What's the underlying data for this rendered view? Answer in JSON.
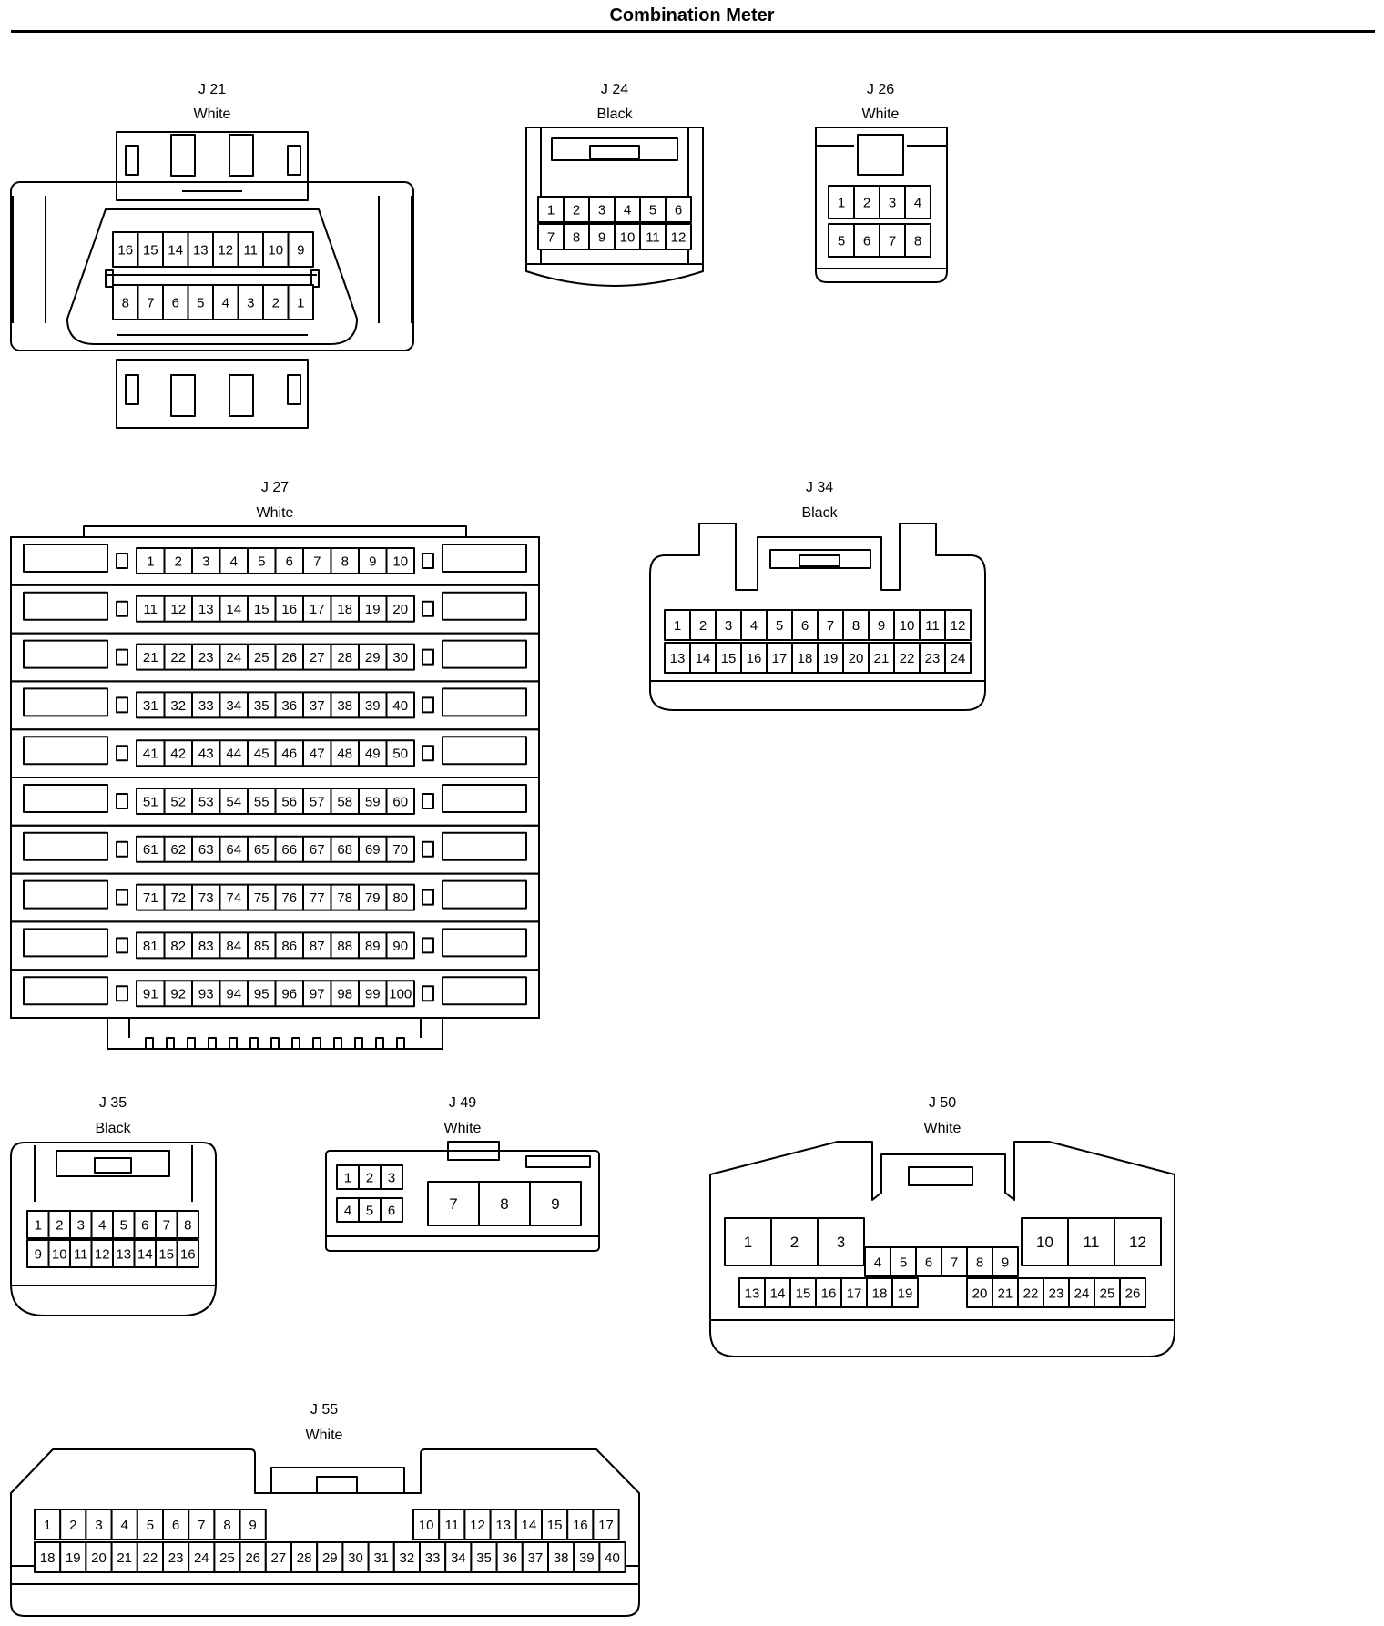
{
  "title": "Combination Meter",
  "connectors": [
    {
      "id": "J21",
      "name": "J 21",
      "color": "White",
      "rows": [
        [
          "16",
          "15",
          "14",
          "13",
          "12",
          "11",
          "10",
          "9"
        ],
        [
          "8",
          "7",
          "6",
          "5",
          "4",
          "3",
          "2",
          "1"
        ]
      ]
    },
    {
      "id": "J24",
      "name": "J 24",
      "color": "Black",
      "rows": [
        [
          "1",
          "2",
          "3",
          "4",
          "5",
          "6"
        ],
        [
          "7",
          "8",
          "9",
          "10",
          "11",
          "12"
        ]
      ]
    },
    {
      "id": "J26",
      "name": "J 26",
      "color": "White",
      "rows": [
        [
          "1",
          "2",
          "3",
          "4"
        ],
        [
          "5",
          "6",
          "7",
          "8"
        ]
      ]
    },
    {
      "id": "J27",
      "name": "J 27",
      "color": "White",
      "rows": [
        [
          "1",
          "2",
          "3",
          "4",
          "5",
          "6",
          "7",
          "8",
          "9",
          "10"
        ],
        [
          "11",
          "12",
          "13",
          "14",
          "15",
          "16",
          "17",
          "18",
          "19",
          "20"
        ],
        [
          "21",
          "22",
          "23",
          "24",
          "25",
          "26",
          "27",
          "28",
          "29",
          "30"
        ],
        [
          "31",
          "32",
          "33",
          "34",
          "35",
          "36",
          "37",
          "38",
          "39",
          "40"
        ],
        [
          "41",
          "42",
          "43",
          "44",
          "45",
          "46",
          "47",
          "48",
          "49",
          "50"
        ],
        [
          "51",
          "52",
          "53",
          "54",
          "55",
          "56",
          "57",
          "58",
          "59",
          "60"
        ],
        [
          "61",
          "62",
          "63",
          "64",
          "65",
          "66",
          "67",
          "68",
          "69",
          "70"
        ],
        [
          "71",
          "72",
          "73",
          "74",
          "75",
          "76",
          "77",
          "78",
          "79",
          "80"
        ],
        [
          "81",
          "82",
          "83",
          "84",
          "85",
          "86",
          "87",
          "88",
          "89",
          "90"
        ],
        [
          "91",
          "92",
          "93",
          "94",
          "95",
          "96",
          "97",
          "98",
          "99",
          "100"
        ]
      ]
    },
    {
      "id": "J34",
      "name": "J 34",
      "color": "Black",
      "rows": [
        [
          "1",
          "2",
          "3",
          "4",
          "5",
          "6",
          "7",
          "8",
          "9",
          "10",
          "11",
          "12"
        ],
        [
          "13",
          "14",
          "15",
          "16",
          "17",
          "18",
          "19",
          "20",
          "21",
          "22",
          "23",
          "24"
        ]
      ]
    },
    {
      "id": "J35",
      "name": "J 35",
      "color": "Black",
      "rows": [
        [
          "1",
          "2",
          "3",
          "4",
          "5",
          "6",
          "7",
          "8"
        ],
        [
          "9",
          "10",
          "11",
          "12",
          "13",
          "14",
          "15",
          "16"
        ]
      ]
    },
    {
      "id": "J49",
      "name": "J 49",
      "color": "White",
      "rows": [
        [
          "1",
          "2",
          "3"
        ],
        [
          "4",
          "5",
          "6"
        ],
        [
          "7",
          "8",
          "9"
        ]
      ]
    },
    {
      "id": "J50",
      "name": "J 50",
      "color": "White",
      "rows": [
        [
          "1",
          "2",
          "3"
        ],
        [
          "4",
          "5",
          "6",
          "7",
          "8",
          "9"
        ],
        [
          "10",
          "11",
          "12"
        ],
        [
          "13",
          "14",
          "15",
          "16",
          "17",
          "18",
          "19"
        ],
        [
          "20",
          "21",
          "22",
          "23",
          "24",
          "25",
          "26"
        ]
      ]
    },
    {
      "id": "J55",
      "name": "J 55",
      "color": "White",
      "rows": [
        [
          "1",
          "2",
          "3",
          "4",
          "5",
          "6",
          "7",
          "8",
          "9"
        ],
        [
          "10",
          "11",
          "12",
          "13",
          "14",
          "15",
          "16",
          "17"
        ],
        [
          "18",
          "19",
          "20",
          "21",
          "22",
          "23",
          "24",
          "25",
          "26",
          "27",
          "28",
          "29",
          "30",
          "31",
          "32",
          "33",
          "34",
          "35",
          "36",
          "37",
          "38",
          "39",
          "40"
        ]
      ]
    }
  ]
}
